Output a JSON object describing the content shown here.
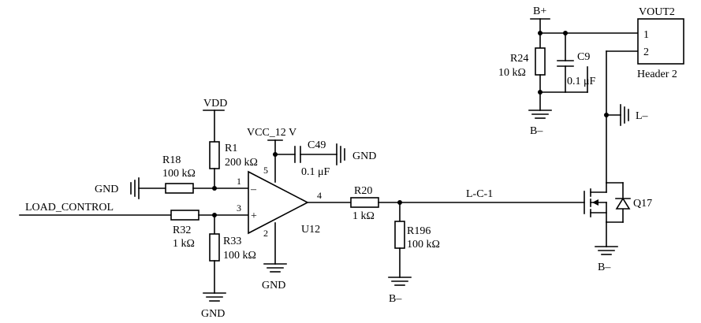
{
  "nets": {
    "vdd": "VDD",
    "vcc": "VCC_12 V",
    "gnd": "GND",
    "b_plus": "B+",
    "b_minus": "B–",
    "l_minus": "L–",
    "load_control": "LOAD_CONTROL",
    "lc1": "L-C-1"
  },
  "opamp": {
    "ref": "U12",
    "pins": {
      "inv": "1",
      "noninv": "3",
      "out": "4",
      "v_plus": "5",
      "v_minus": "2"
    },
    "sign_minus": "–",
    "sign_plus": "+"
  },
  "resistors": {
    "r1": {
      "ref": "R1",
      "value": "200 kΩ"
    },
    "r18": {
      "ref": "R18",
      "value": "100 kΩ"
    },
    "r32": {
      "ref": "R32",
      "value": "1 kΩ"
    },
    "r33": {
      "ref": "R33",
      "value": "100 kΩ"
    },
    "r20": {
      "ref": "R20",
      "value": "1 kΩ"
    },
    "r196": {
      "ref": "R196",
      "value": "100 kΩ"
    },
    "r24": {
      "ref": "R24",
      "value": "10 kΩ"
    }
  },
  "capacitors": {
    "c49": {
      "ref": "C49",
      "value": "0.1 μF"
    },
    "c9": {
      "ref": "C9",
      "value": "0.1 μF"
    }
  },
  "mosfet": {
    "ref": "Q17"
  },
  "header": {
    "ref": "VOUT2",
    "name": "Header 2",
    "pin1": "1",
    "pin2": "2"
  }
}
